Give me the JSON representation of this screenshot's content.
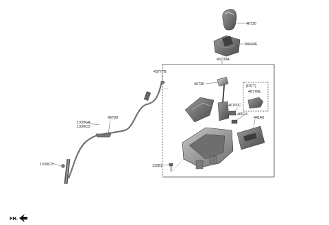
{
  "diagram": {
    "labels": {
      "p46720": "46720",
      "p84640E": "84640E",
      "p46700A": "46700A",
      "p43777B": "43777B",
      "p46730": "46730",
      "dct": "(DCT)",
      "p46770E": "46770E",
      "p46760C": "46760C",
      "p46524": "46524",
      "p44140": "44140",
      "p46790": "46790",
      "p1339GA": "1339GA",
      "p1339CD_a": "1339CD",
      "p1339CD_b": "1339CD",
      "p11281": "11281"
    },
    "direction_label": "FR.",
    "colors": {
      "line": "#333333",
      "part_dark": "#5a5a5a",
      "part_mid": "#8a8a8a",
      "part_light": "#b9b9b9",
      "frame": "#444444"
    }
  }
}
